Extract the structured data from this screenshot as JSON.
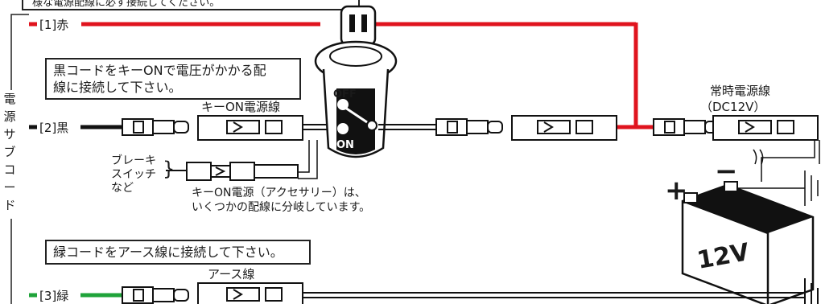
{
  "top_note": "様な電源配線に必ず接続してください。",
  "side_label": "電源サブコード",
  "wire_labels": {
    "red": "[1]赤",
    "black": "[2]黒",
    "green": "[3]緑"
  },
  "callouts": {
    "black_code": [
      "黒コードをキーONで電圧がかかる配",
      "線に接続して下さい。"
    ],
    "green_code": "緑コードをアース線に接続して下さい。"
  },
  "labels": {
    "key_on_power": "キーON電源線",
    "constant_power": [
      "常時電源線",
      "（DC12V）"
    ],
    "brake_switch": [
      "ブレーキ",
      "スイッチ",
      "など"
    ],
    "key_on_branch": [
      "キーON電源（アクセサリー）は、",
      "いくつかの配線に分岐しています。"
    ],
    "earth_wire": "アース線"
  },
  "switch": {
    "off": "OFF",
    "on": "ON"
  },
  "battery": {
    "plus": "+",
    "minus": "−",
    "voltage": "12V"
  },
  "colors": {
    "red_wire": "#e0141e",
    "black_wire": "#111111",
    "green_wire": "#1fa33a"
  }
}
